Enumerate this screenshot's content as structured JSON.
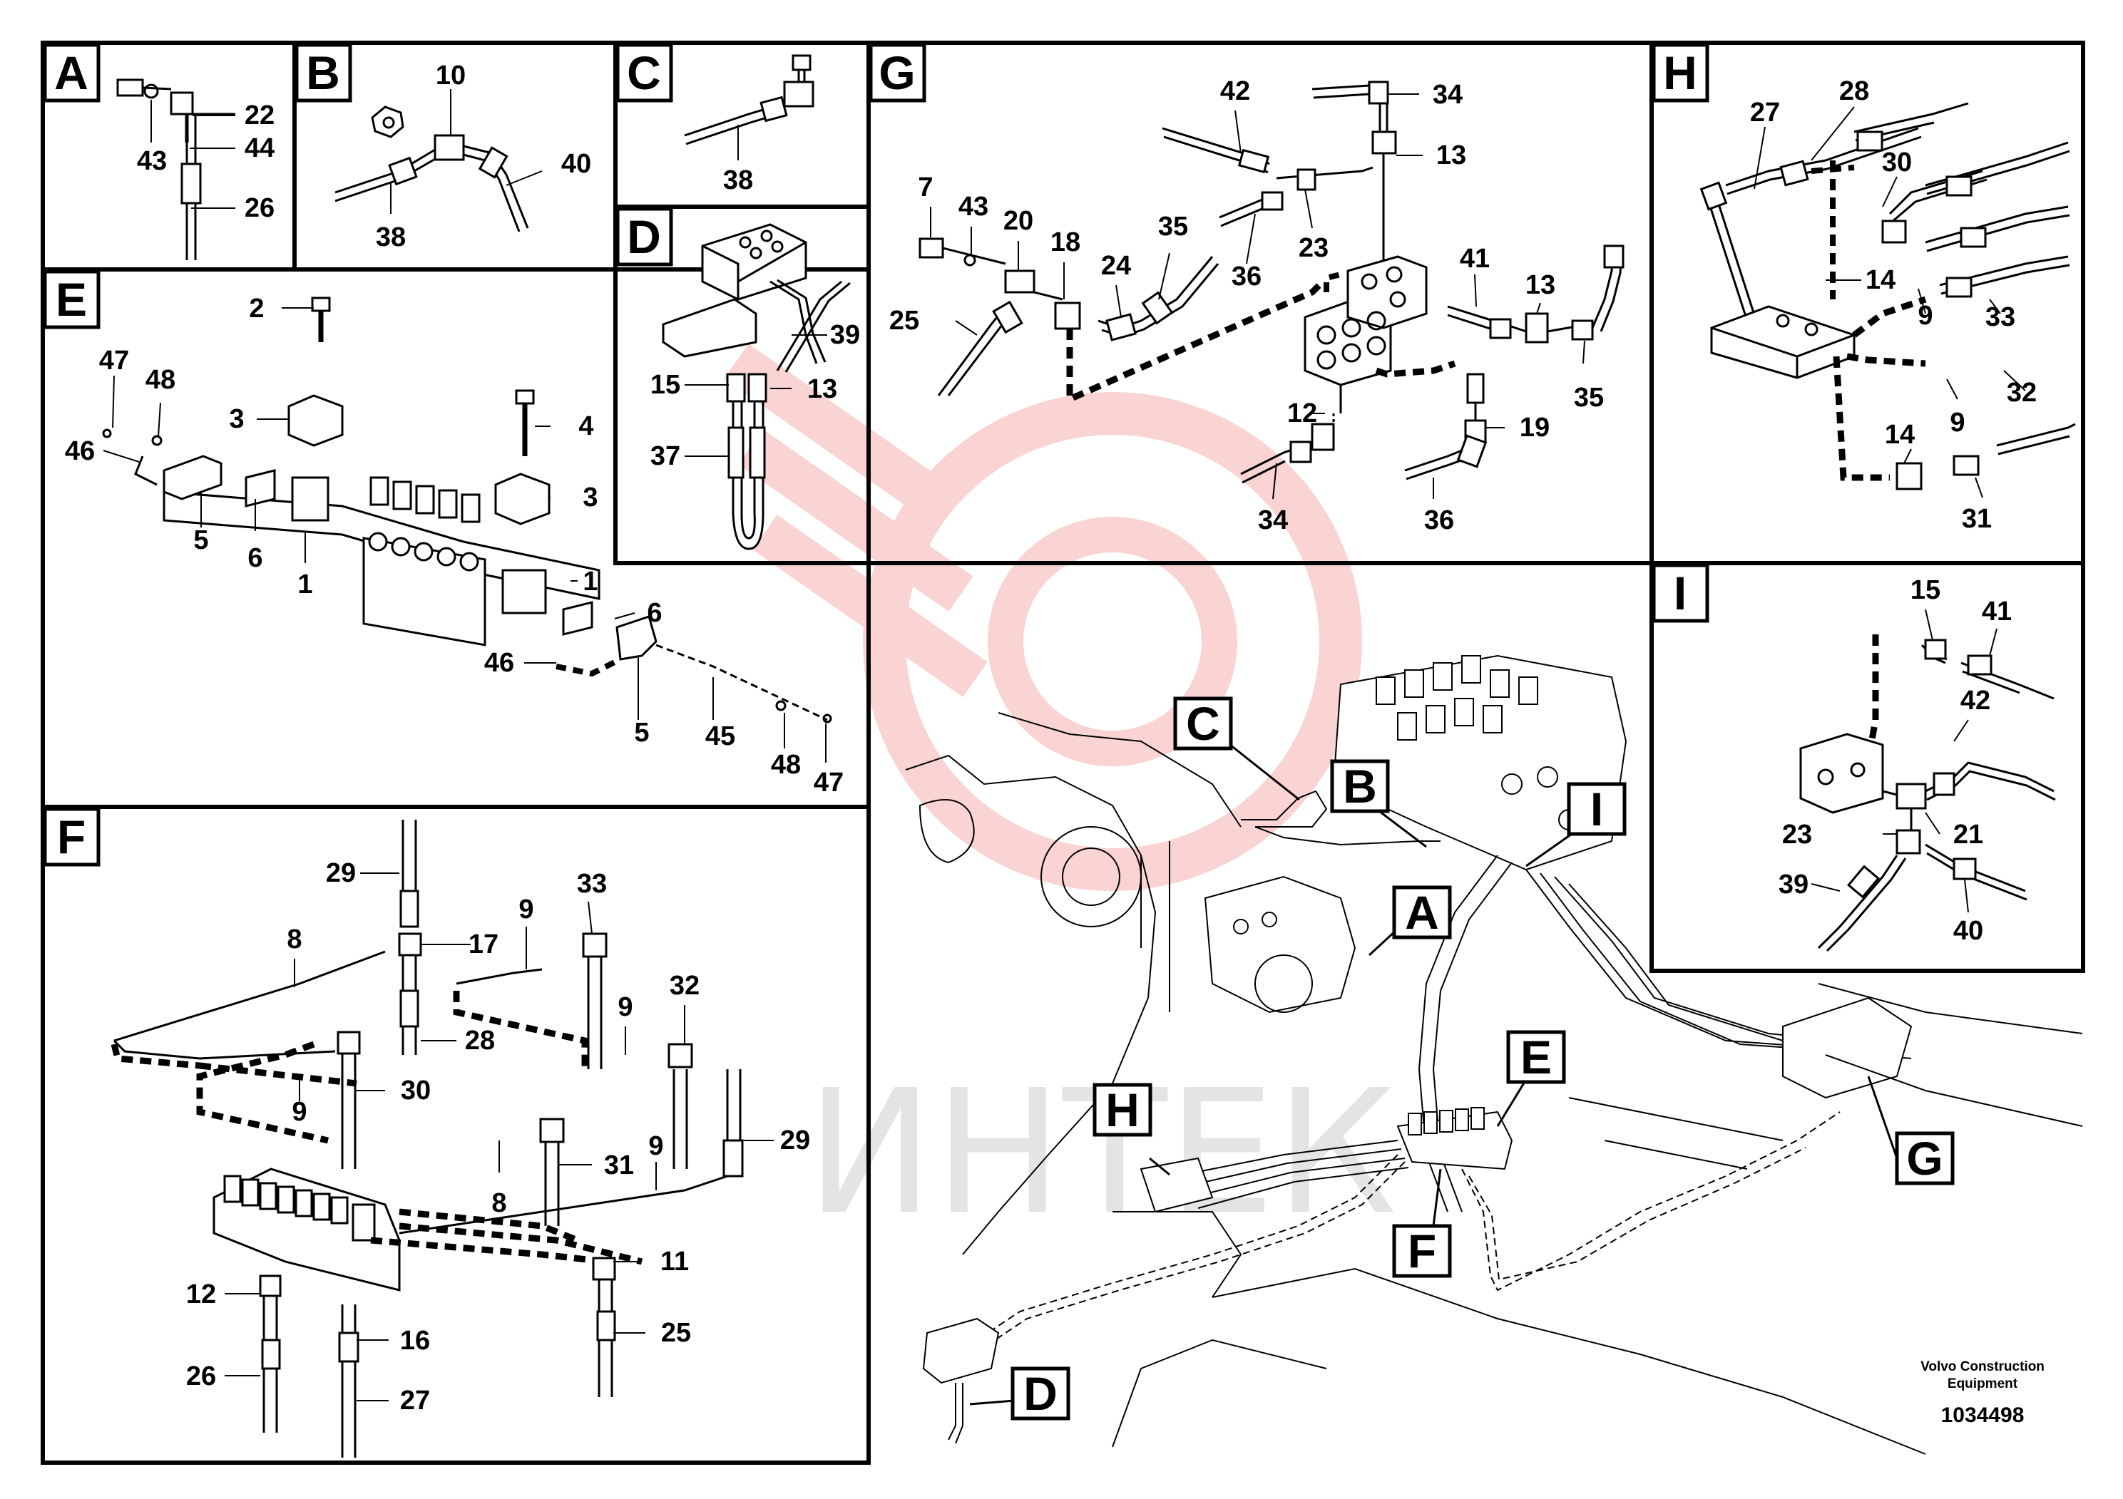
{
  "panels": [
    {
      "letter": "A",
      "labels": [
        "22",
        "44",
        "43",
        "26"
      ]
    },
    {
      "letter": "B",
      "labels": [
        "10",
        "40",
        "38"
      ]
    },
    {
      "letter": "C",
      "labels": [
        "38"
      ]
    },
    {
      "letter": "D",
      "labels": [
        "39",
        "15",
        "13",
        "37"
      ]
    },
    {
      "letter": "E",
      "labels": [
        "2",
        "47",
        "48",
        "3",
        "46",
        "4",
        "3",
        "5",
        "6",
        "1",
        "1",
        "6",
        "46",
        "5",
        "45",
        "48",
        "47"
      ]
    },
    {
      "letter": "F",
      "labels": [
        "29",
        "33",
        "8",
        "17",
        "9",
        "9",
        "32",
        "28",
        "30",
        "9",
        "29",
        "9",
        "31",
        "8",
        "11",
        "12",
        "16",
        "25",
        "26",
        "27"
      ]
    },
    {
      "letter": "G",
      "labels": [
        "42",
        "34",
        "13",
        "7",
        "43",
        "20",
        "18",
        "35",
        "24",
        "36",
        "23",
        "25",
        "41",
        "13",
        "12",
        "19",
        "35",
        "34",
        "36"
      ]
    },
    {
      "letter": "H",
      "labels": [
        "27",
        "28",
        "30",
        "14",
        "33",
        "9",
        "9",
        "32",
        "14",
        "31"
      ]
    },
    {
      "letter": "I",
      "labels": [
        "15",
        "41",
        "42",
        "23",
        "21",
        "39",
        "40"
      ]
    }
  ],
  "callouts": [
    "C",
    "B",
    "I",
    "A",
    "E",
    "H",
    "G",
    "F",
    "D"
  ],
  "footer": {
    "brand_line1": "Volvo Construction",
    "brand_line2": "Equipment",
    "doc_number": "1034498"
  },
  "watermark": "ИНТЕК",
  "colors": {
    "line": "#000000",
    "watermark": "#f2b3b3",
    "background": "#ffffff"
  }
}
